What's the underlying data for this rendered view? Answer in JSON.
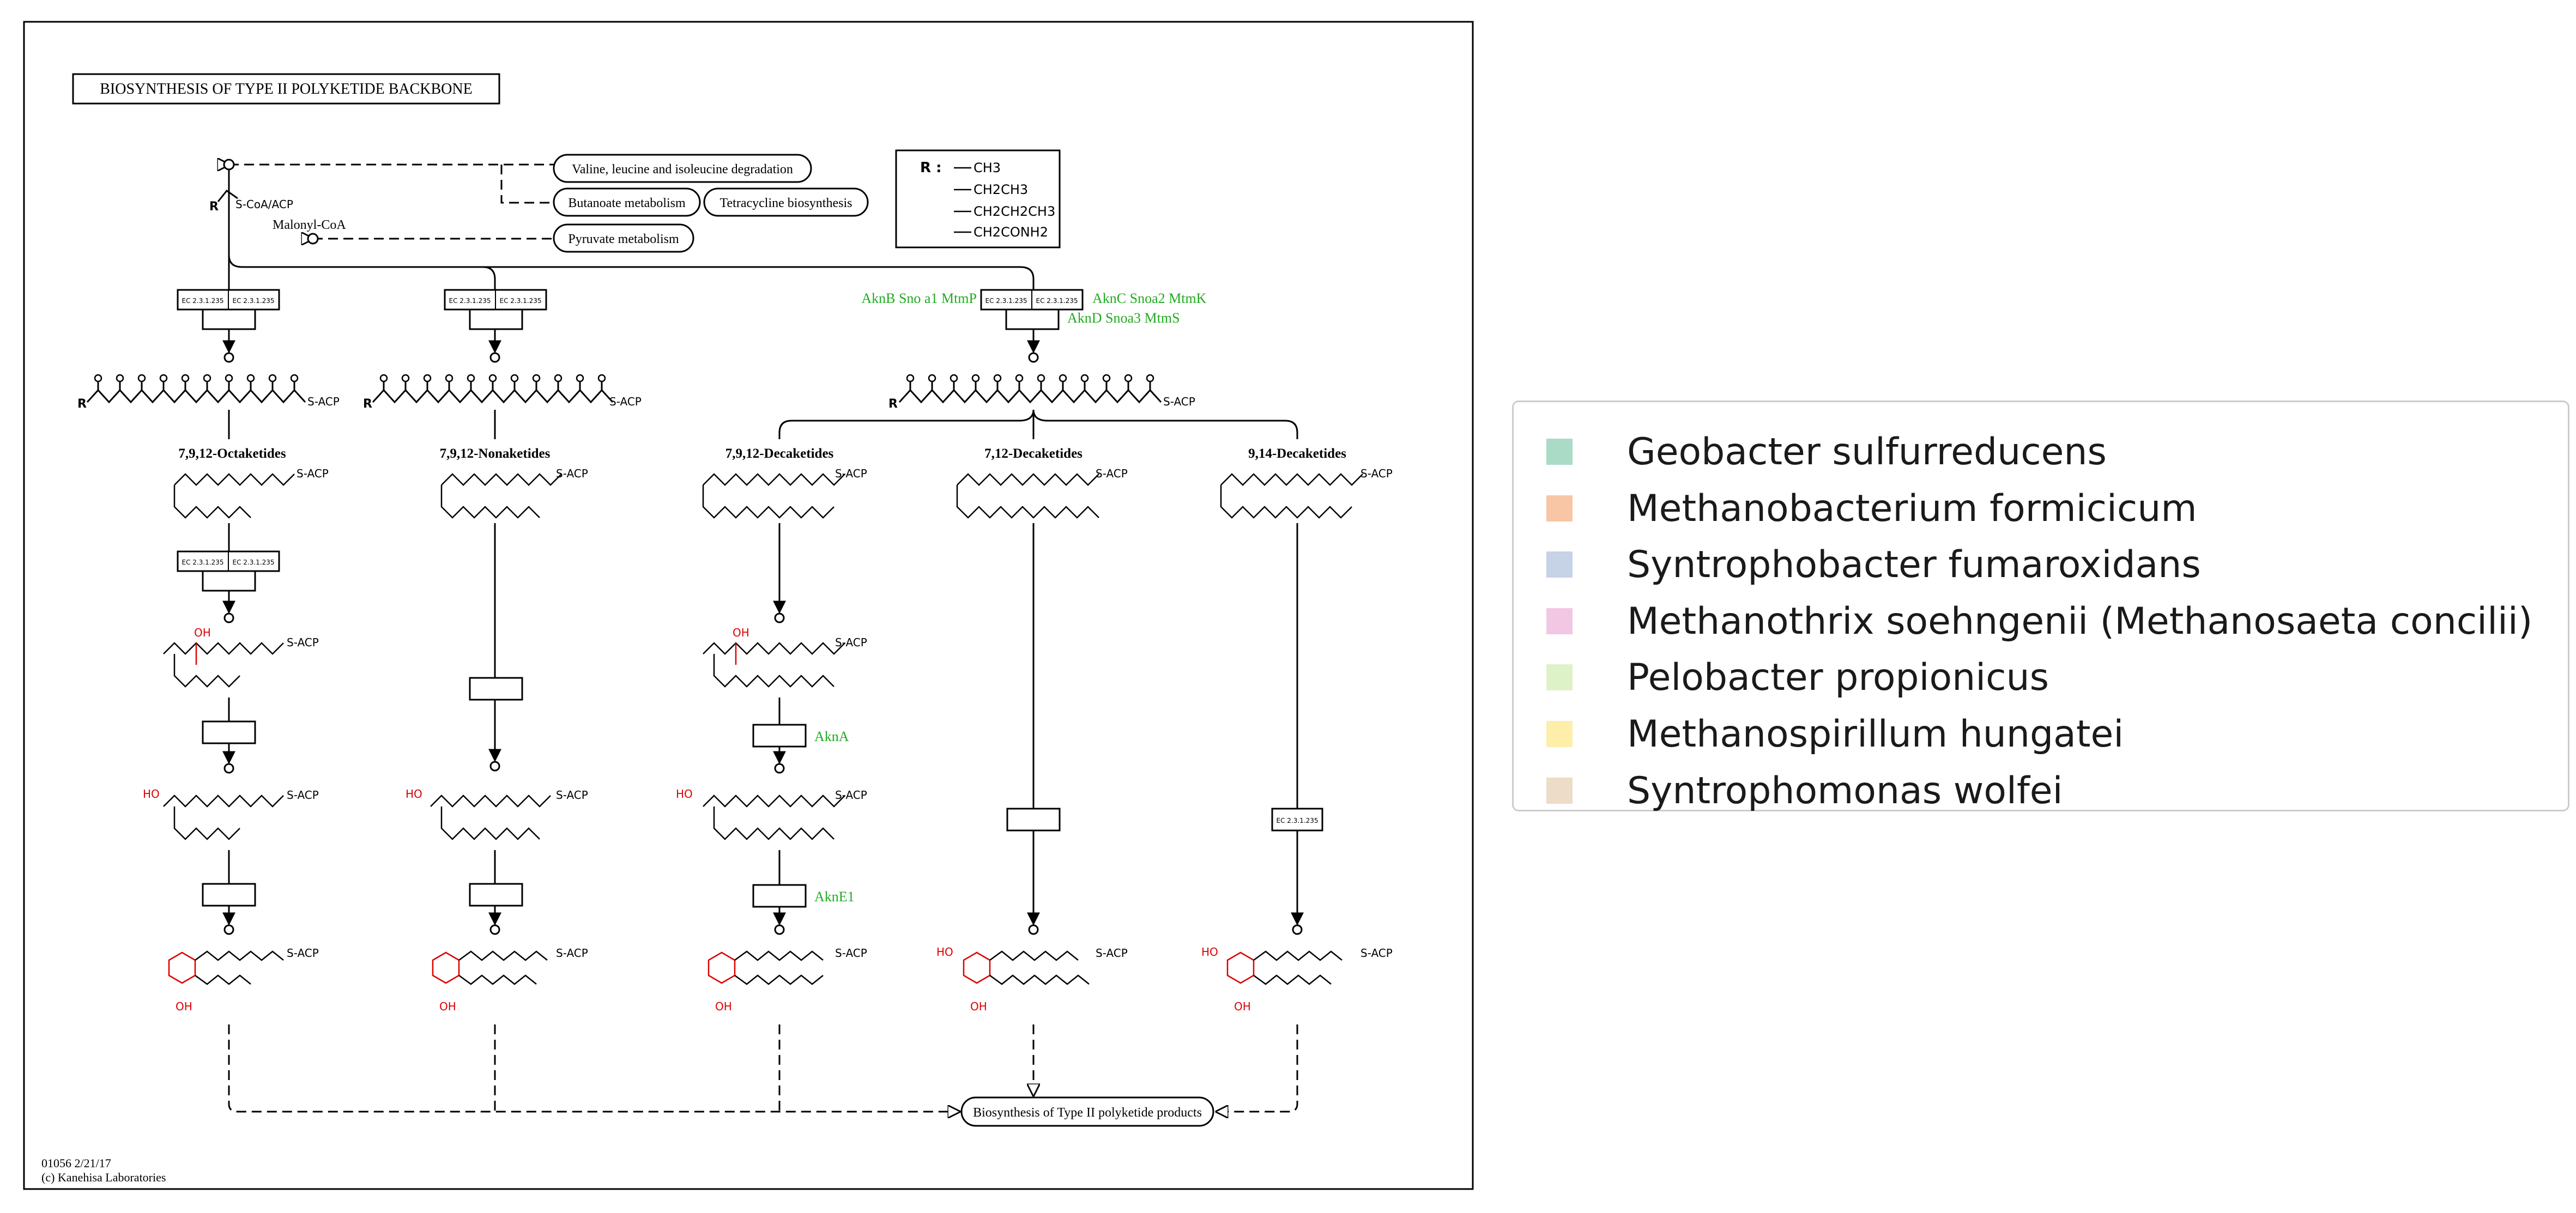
{
  "map": {
    "title": "BIOSYNTHESIS OF TYPE II POLYKETIDE BACKBONE",
    "footer_id": "01056 2/21/17",
    "footer_copyright": "(c) Kanehisa Laboratories"
  },
  "pathways": {
    "valine": "Valine, leucine and isoleucine degradation",
    "butanoate": "Butanoate metabolism",
    "tetracycline": "Tetracycline biosynthesis",
    "pyruvate": "Pyruvate metabolism",
    "products": "Biosynthesis of Type II polyketide products"
  },
  "compounds": {
    "malonyl_coa": "Malonyl-CoA",
    "s_coa_acp": "S-CoA/ACP",
    "s_acp": "S-ACP"
  },
  "r_groups": {
    "label": "R :",
    "items": [
      "CH3",
      "CH2CH3",
      "CH2CH2CH3",
      "CH2CONH2"
    ]
  },
  "enzyme_ec": "EC 2.3.1.235",
  "genes": {
    "left": "AknB Sno a1 MtmP",
    "right_top": "AknC Snoa2 MtmK",
    "right_bottom": "AknD Snoa3 MtmS",
    "akna": "AknA",
    "akne1": "AknE1"
  },
  "columns": {
    "octa": "7,9,12-Octaketides",
    "nona": "7,9,12-Nonaketides",
    "deca": "7,9,12-Decaketides",
    "deca712": "7,12-Decaketides",
    "deca914": "9,14-Decaketides"
  },
  "legend": {
    "items": [
      {
        "label": "Geobacter sulfurreducens",
        "color": "#a9dbc6"
      },
      {
        "label": "Methanobacterium formicicum",
        "color": "#f8c5a5"
      },
      {
        "label": "Syntrophobacter fumaroxidans",
        "color": "#c6d2e5"
      },
      {
        "label": "Methanothrix soehngenii (Methanosaeta concilii)",
        "color": "#f1c7e3"
      },
      {
        "label": "Pelobacter propionicus",
        "color": "#ddf2c6"
      },
      {
        "label": "Methanospirillum hungatei",
        "color": "#fdeeaa"
      },
      {
        "label": "Syntrophomonas wolfei",
        "color": "#ecdcc8"
      }
    ]
  }
}
